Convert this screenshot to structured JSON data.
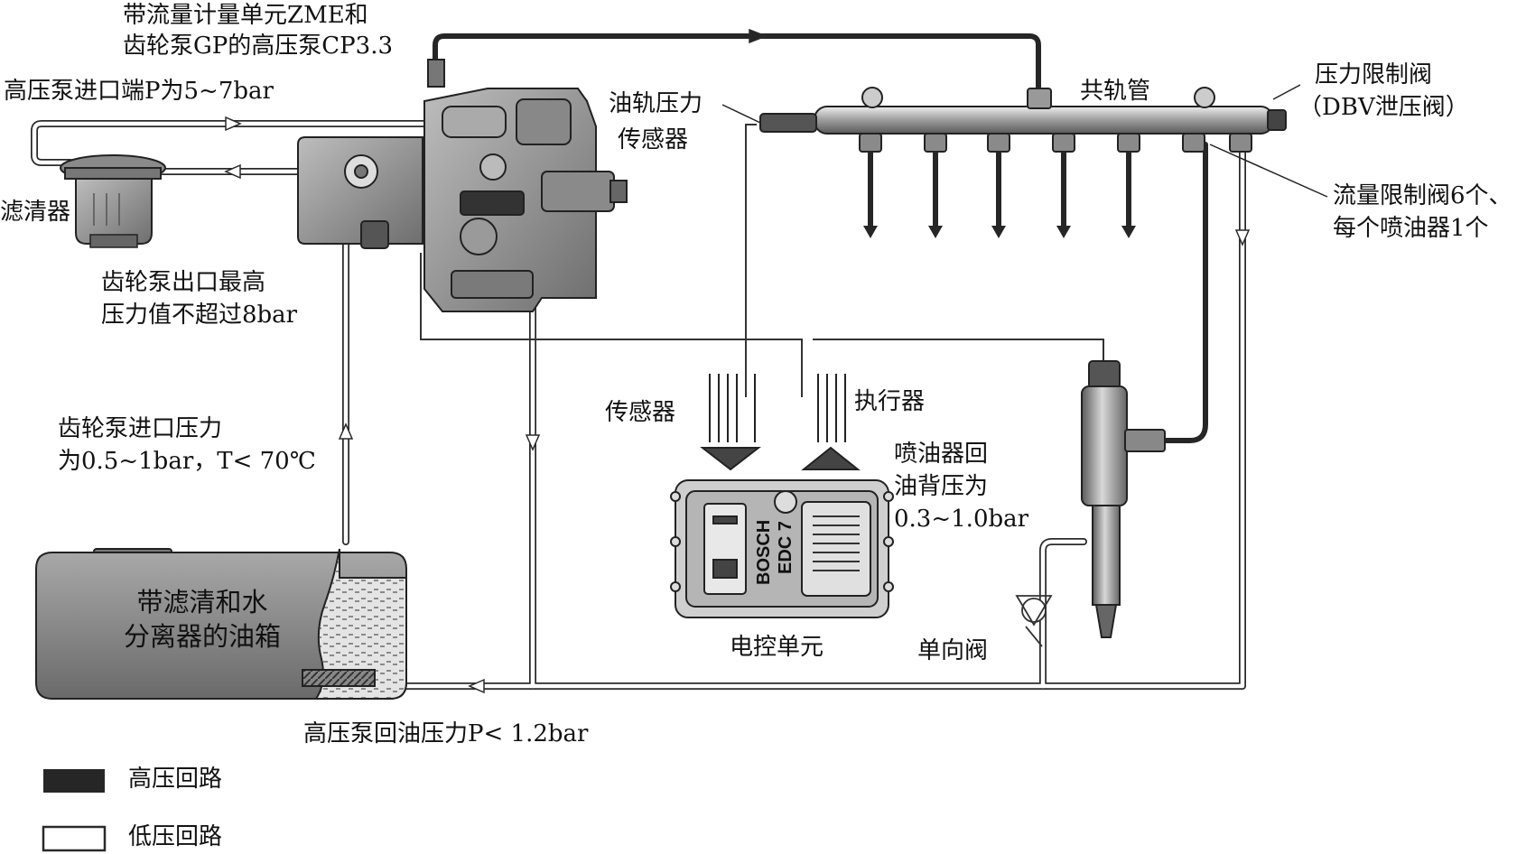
{
  "colors": {
    "high_pressure_line": "#262626",
    "low_pressure_line": "#ffffff",
    "line_outline": "#2a2a2a",
    "component_gray": "#9a9a9a",
    "component_dark": "#505050",
    "fuel_fill": "#c8c8c8"
  },
  "labels": {
    "pump_title_1": "带流量计量单元ZME和",
    "pump_title_2": "齿轮泵GP的高压泵CP3.3",
    "pump_inlet": "高压泵进口端P为5~7bar",
    "filter": "滤清器",
    "gear_pump_outlet_1": "齿轮泵出口最高",
    "gear_pump_outlet_2": "压力值不超过8bar",
    "rail_sensor_1": "油轨压力",
    "rail_sensor_2": "传感器",
    "common_rail": "共轨管",
    "pressure_limit_valve_1": "压力限制阀",
    "pressure_limit_valve_2": "（DBV泄压阀）",
    "flow_limiter_1": "流量限制阀6个、",
    "flow_limiter_2": "每个喷油器1个",
    "sensors": "传感器",
    "actuators": "执行器",
    "gear_pump_inlet_1": "齿轮泵进口压力",
    "gear_pump_inlet_2": "为0.5~1bar，T< 70℃",
    "injector_return_1": "喷油器回",
    "injector_return_2": "油背压为",
    "injector_return_3": "0.3~1.0bar",
    "tank_1": "带滤清和水",
    "tank_2": "分离器的油箱",
    "ecu": "电控单元",
    "check_valve": "单向阀",
    "pump_return": "高压泵回油压力P< 1.2bar",
    "ecu_brand_1": "BOSCH",
    "ecu_brand_2": "EDC 7"
  },
  "legend": [
    {
      "label": "高压回路",
      "style": "high"
    },
    {
      "label": "低压回路",
      "style": "low"
    }
  ],
  "icons": {
    "filter": "fuel-filter-icon",
    "pump": "high-pressure-pump-icon",
    "rail": "common-rail-icon",
    "ecu": "ecu-icon",
    "injector": "injector-icon",
    "tank": "fuel-tank-icon",
    "check_valve": "check-valve-icon"
  }
}
